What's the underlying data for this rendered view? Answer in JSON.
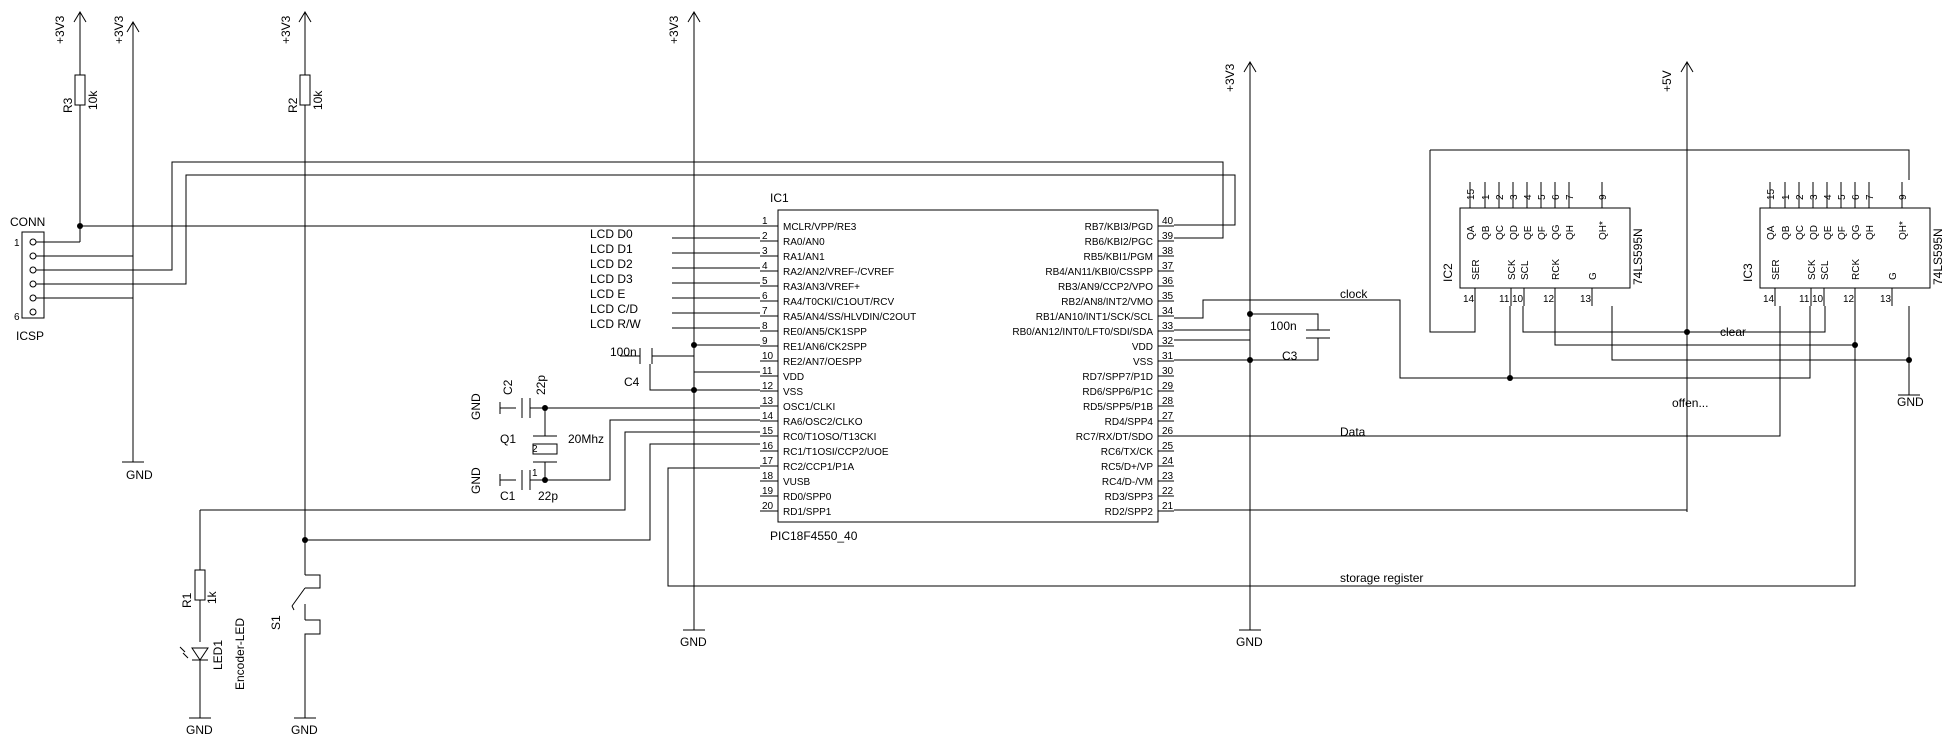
{
  "power": {
    "v3": "+3V3",
    "v5": "+5V",
    "gnd": "GND"
  },
  "resistors": {
    "r3": {
      "ref": "R3",
      "value": "10k"
    },
    "r2": {
      "ref": "R2",
      "value": "10k"
    },
    "r1": {
      "ref": "R1",
      "value": "1k"
    }
  },
  "connector": {
    "name": "CONN",
    "label": "ICSP",
    "pin_first": "1",
    "pin_last": "6"
  },
  "lcd_labels": [
    "LCD D0",
    "LCD D1",
    "LCD D2",
    "LCD D3",
    "LCD E",
    "LCD C/D",
    "LCD R/W"
  ],
  "caps": {
    "c4": {
      "ref": "C4",
      "value": "100n"
    },
    "c3": {
      "ref": "C3",
      "value": "100n"
    },
    "c2": {
      "ref": "C2",
      "value": "22p"
    },
    "c1": {
      "ref": "C1",
      "value": "22p"
    }
  },
  "crystal": {
    "ref": "Q1",
    "value": "20Mhz",
    "pin1": "1",
    "pin2": "2"
  },
  "mcu": {
    "ref": "IC1",
    "part": "PIC18F4550_40",
    "left_pins": [
      {
        "num": "1",
        "name": "MCLR/VPP/RE3"
      },
      {
        "num": "2",
        "name": "RA0/AN0"
      },
      {
        "num": "3",
        "name": "RA1/AN1"
      },
      {
        "num": "4",
        "name": "RA2/AN2/VREF-/CVREF"
      },
      {
        "num": "5",
        "name": "RA3/AN3/VREF+"
      },
      {
        "num": "6",
        "name": "RA4/T0CKI/C1OUT/RCV"
      },
      {
        "num": "7",
        "name": "RA5/AN4/SS/HLVDIN/C2OUT"
      },
      {
        "num": "8",
        "name": "RE0/AN5/CK1SPP"
      },
      {
        "num": "9",
        "name": "RE1/AN6/CK2SPP"
      },
      {
        "num": "10",
        "name": "RE2/AN7/OESPP"
      },
      {
        "num": "11",
        "name": "VDD"
      },
      {
        "num": "12",
        "name": "VSS"
      },
      {
        "num": "13",
        "name": "OSC1/CLKI"
      },
      {
        "num": "14",
        "name": "RA6/OSC2/CLKO"
      },
      {
        "num": "15",
        "name": "RC0/T1OSO/T13CKI"
      },
      {
        "num": "16",
        "name": "RC1/T1OSI/CCP2/UOE"
      },
      {
        "num": "17",
        "name": "RC2/CCP1/P1A"
      },
      {
        "num": "18",
        "name": "VUSB"
      },
      {
        "num": "19",
        "name": "RD0/SPP0"
      },
      {
        "num": "20",
        "name": "RD1/SPP1"
      }
    ],
    "right_pins": [
      {
        "num": "40",
        "name": "RB7/KBI3/PGD"
      },
      {
        "num": "39",
        "name": "RB6/KBI2/PGC"
      },
      {
        "num": "38",
        "name": "RB5/KBI1/PGM"
      },
      {
        "num": "37",
        "name": "RB4/AN11/KBI0/CSSPP"
      },
      {
        "num": "36",
        "name": "RB3/AN9/CCP2/VPO"
      },
      {
        "num": "35",
        "name": "RB2/AN8/INT2/VMO"
      },
      {
        "num": "34",
        "name": "RB1/AN10/INT1/SCK/SCL"
      },
      {
        "num": "33",
        "name": "RB0/AN12/INT0/LFT0/SDI/SDA"
      },
      {
        "num": "32",
        "name": "VDD"
      },
      {
        "num": "31",
        "name": "VSS"
      },
      {
        "num": "30",
        "name": "RD7/SPP7/P1D"
      },
      {
        "num": "29",
        "name": "RD6/SPP6/P1C"
      },
      {
        "num": "28",
        "name": "RD5/SPP5/P1B"
      },
      {
        "num": "27",
        "name": "RD4/SPP4"
      },
      {
        "num": "26",
        "name": "RC7/RX/DT/SDO"
      },
      {
        "num": "25",
        "name": "RC6/TX/CK"
      },
      {
        "num": "24",
        "name": "RC5/D+/VP"
      },
      {
        "num": "23",
        "name": "RC4/D-/VM"
      },
      {
        "num": "22",
        "name": "RD3/SPP3"
      },
      {
        "num": "21",
        "name": "RD2/SPP2"
      }
    ]
  },
  "shift_registers": {
    "part": "74LS595N",
    "ic2": "IC2",
    "ic3": "IC3",
    "top_pins": [
      "15",
      "1",
      "2",
      "3",
      "4",
      "5",
      "6",
      "7",
      "9"
    ],
    "top_names": [
      "QA",
      "QB",
      "QC",
      "QD",
      "QE",
      "QF",
      "QG",
      "QH",
      "QH*"
    ],
    "bottom_names": [
      "SER",
      "SCK",
      "SCL",
      "RCK",
      "G"
    ],
    "bottom_pins": [
      "14",
      "11",
      "10",
      "12",
      "13"
    ]
  },
  "nets": {
    "clock": "clock",
    "clear": "clear",
    "data": "Data",
    "offen": "offen...",
    "storage": "storage register"
  },
  "switch": {
    "ref": "S1"
  },
  "led": {
    "ref": "LED1",
    "name": "Encoder-LED"
  }
}
